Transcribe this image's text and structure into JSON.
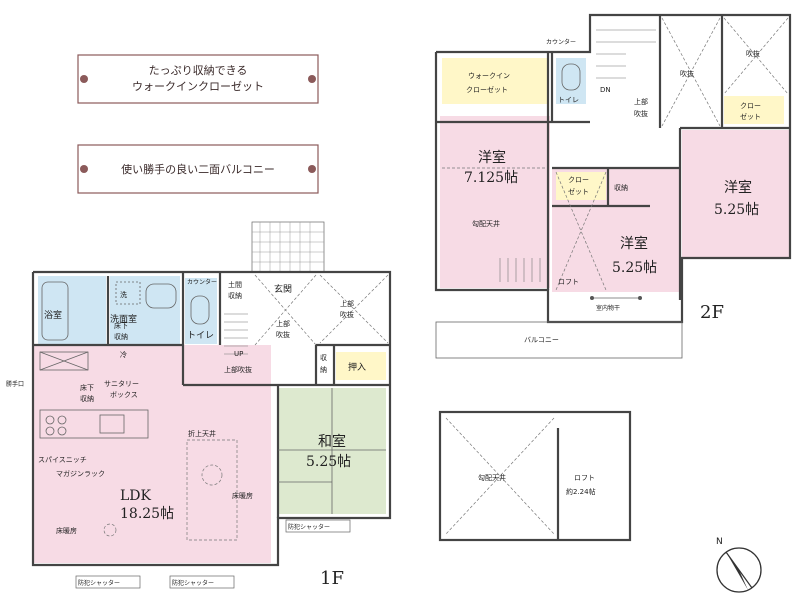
{
  "banners": {
    "closet_line1": "たっぷり収納できる",
    "closet_line2": "ウォークインクローゼット",
    "balcony": "使い勝手の良い二面バルコニー"
  },
  "floor1": {
    "label": "1F",
    "bath": "浴室",
    "laundry": "洗",
    "washroom": "洗面室",
    "underfloor1_a": "床下",
    "underfloor1_b": "収納",
    "counter": "カウンター",
    "toilet": "トイレ",
    "doma_a": "土間",
    "doma_b": "収納",
    "entrance": "玄関",
    "upper_void_a": "上部",
    "upper_void_b": "吹抜",
    "upper_void2_a": "上部",
    "upper_void2_b": "吹抜",
    "up": "UP",
    "upper_void3": "上部吹抜",
    "storage_a": "収",
    "storage_b": "納",
    "oshiire": "押入",
    "fridge": "冷",
    "sanitary_a": "サニタリー",
    "sanitary_b": "ボックス",
    "underfloor2_a": "床下",
    "underfloor2_b": "収納",
    "kitchen_side": "勝手口",
    "spice_niche": "スパイスニッチ",
    "magazine_rack": "マガジンラック",
    "folded_ceiling": "折上天井",
    "floor_heating1": "床暖房",
    "floor_heating2": "床暖房",
    "ldk_name": "LDK",
    "ldk_size": "18.25帖",
    "washitsu_name": "和室",
    "washitsu_size": "5.25帖",
    "shutter1": "防犯シャッター",
    "shutter2": "防犯シャッター",
    "shutter3": "防犯シャッター"
  },
  "floor2": {
    "label": "2F",
    "counter": "カウンター",
    "wic_a": "ウォークイン",
    "wic_b": "クローゼット",
    "toilet": "トイレ",
    "dn": "DN",
    "void1": "吹抜",
    "void2": "吹抜",
    "upper_void_a": "上部",
    "upper_void_b": "吹抜",
    "closet_r_a": "クロー",
    "closet_r_b": "ゼット",
    "room1_name": "洋室",
    "room1_size": "7.125帖",
    "room1_ceiling": "勾配天井",
    "closet_m_a": "クロー",
    "closet_m_b": "ゼット",
    "storage": "収納",
    "room2_name": "洋室",
    "room2_size": "5.25帖",
    "room3_name": "洋室",
    "room3_size": "5.25帖",
    "loft": "ロフト",
    "indoor_dryer": "室内物干",
    "balcony": "バルコニー"
  },
  "loft_plan": {
    "ceiling": "勾配天井",
    "loft_a": "ロフト",
    "loft_b": "約2.24帖"
  },
  "compass": {
    "north": "N"
  }
}
